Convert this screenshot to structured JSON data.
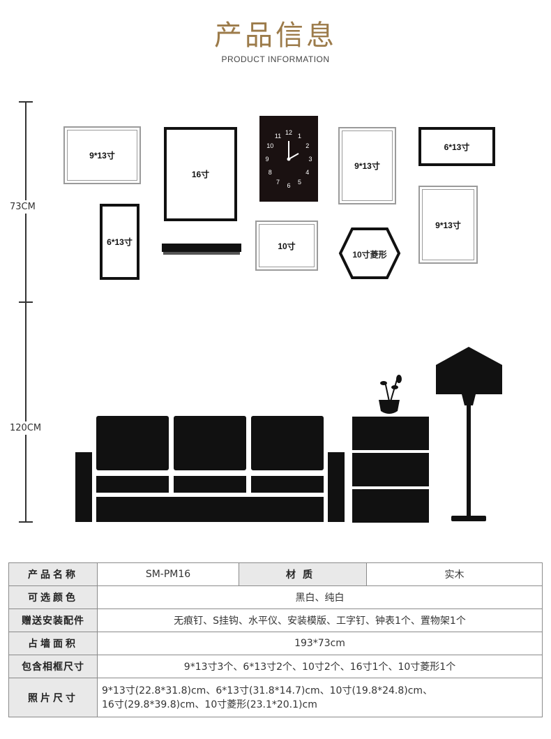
{
  "header": {
    "title": "产品信息",
    "subtitle": "PRODUCT INFORMATION"
  },
  "dimensions": {
    "wall_height": "73CM",
    "floor_height": "120CM"
  },
  "frames": {
    "f1": "9*13寸",
    "f2": "16寸",
    "f3": "9*13寸",
    "f4": "6*13寸",
    "f5": "6*13寸",
    "f6": "10寸",
    "f7": "10寸菱形",
    "f8": "9*13寸"
  },
  "clock": {
    "numbers": [
      "12",
      "1",
      "2",
      "3",
      "4",
      "5",
      "6",
      "7",
      "8",
      "9",
      "10",
      "11"
    ]
  },
  "spec_table": {
    "name_label": "产品名称",
    "name_value": "SM-PM16",
    "material_label": "材质",
    "material_value": "实木",
    "color_label": "可选颜色",
    "color_value": "黑白、纯白",
    "gift_label": "赠送安装配件",
    "gift_value": "无痕钉、S挂钩、水平仪、安装模版、工字钉、钟表1个、置物架1个",
    "area_label": "占墙面积",
    "area_value": "193*73cm",
    "frame_size_label": "包含相框尺寸",
    "frame_size_value": "9*13寸3个、6*13寸2个、10寸2个、16寸1个、10寸菱形1个",
    "photo_size_label": "照片尺寸",
    "photo_size_line1": "9*13寸(22.8*31.8)cm、6*13寸(31.8*14.7)cm、10寸(19.8*24.8)cm、",
    "photo_size_line2": "16寸(29.8*39.8)cm、10寸菱形(23.1*20.1)cm"
  },
  "colors": {
    "title_gold": "#9c7b4a",
    "frame_black": "#111111",
    "table_header_bg": "#e9e9e9"
  }
}
